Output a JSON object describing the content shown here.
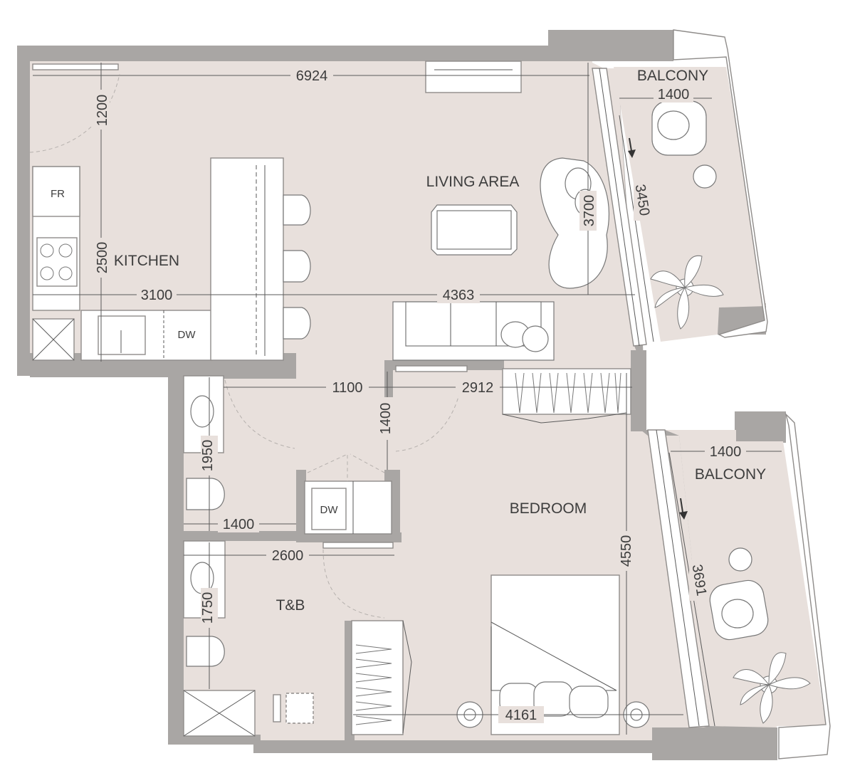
{
  "rooms": {
    "balcony_top": "BALCONY",
    "balcony_bottom": "BALCONY",
    "living": "LIVING AREA",
    "kitchen": "KITCHEN",
    "bedroom": "BEDROOM",
    "tb": "T&B"
  },
  "fixtures": {
    "fridge": "FR",
    "dishwasher": "DW",
    "washer": "DW"
  },
  "dimensions": {
    "d6924": "6924",
    "d1200": "1200",
    "d2500": "2500",
    "d3100": "3100",
    "d4363": "4363",
    "d3700": "3700",
    "d1400_balc_top": "1400",
    "d3450": "3450",
    "d1100": "1100",
    "d2912": "2912",
    "d1400_vert": "1400",
    "d1950": "1950",
    "d1400_bath": "1400",
    "d2600": "2600",
    "d1750": "1750",
    "d4550": "4550",
    "d1400_balc_bot": "1400",
    "d3691": "3691",
    "d4161": "4161"
  }
}
